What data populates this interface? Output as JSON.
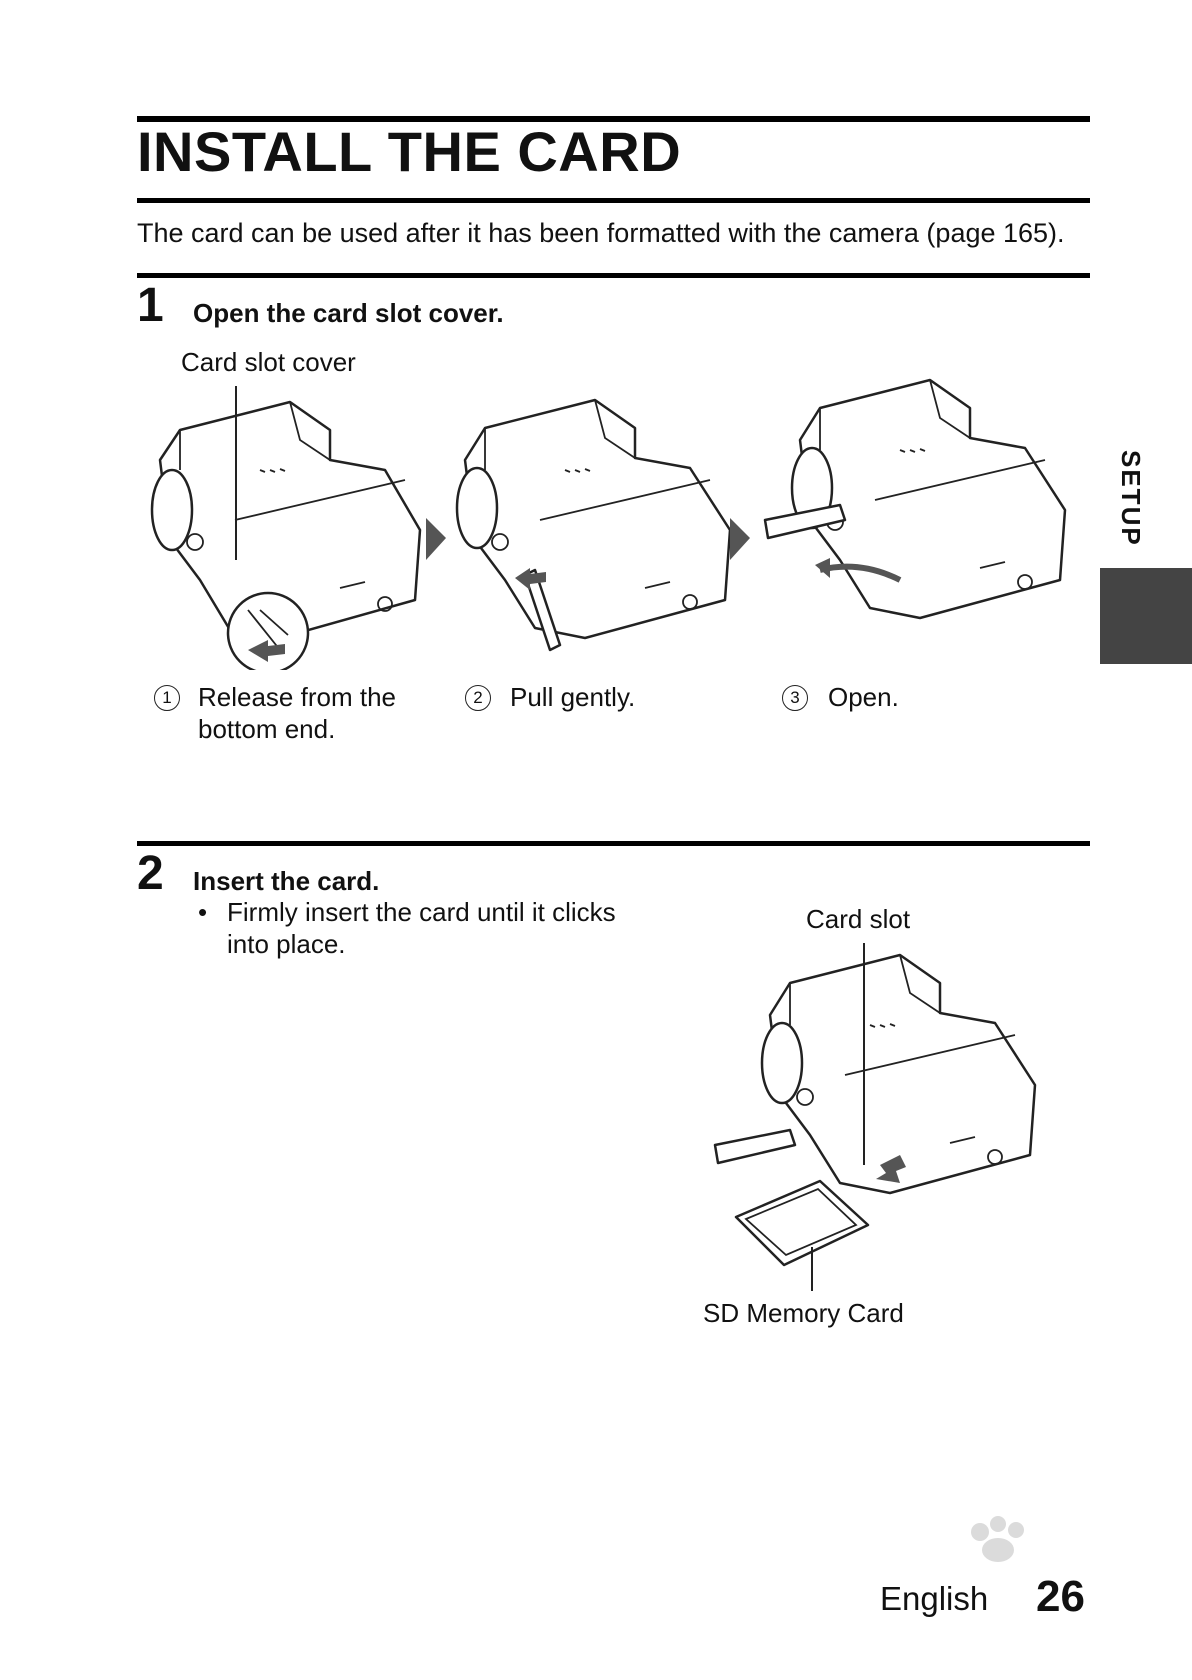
{
  "page": {
    "title": "INSTALL THE CARD",
    "intro": "The card can be used after it has been formatted with the camera (page 165).",
    "side_tab": "SETUP",
    "footer": {
      "language": "English",
      "page_number": "26"
    }
  },
  "step1": {
    "number": "1",
    "title": "Open the card slot cover.",
    "callout": "Card slot cover",
    "substeps": [
      {
        "marker": "1",
        "text_line1": "Release from the",
        "text_line2": "bottom end."
      },
      {
        "marker": "2",
        "text_line1": "Pull gently.",
        "text_line2": ""
      },
      {
        "marker": "3",
        "text_line1": "Open.",
        "text_line2": ""
      }
    ]
  },
  "step2": {
    "number": "2",
    "title": "Insert the card.",
    "bullet": "•",
    "bullet_line1": "Firmly insert the card until it clicks",
    "bullet_line2": "into place.",
    "callout_slot": "Card slot",
    "callout_card": "SD Memory Card"
  },
  "icons": {
    "step_arrow": "triangle-right-icon",
    "watermark": "baidu-paw-logo"
  }
}
